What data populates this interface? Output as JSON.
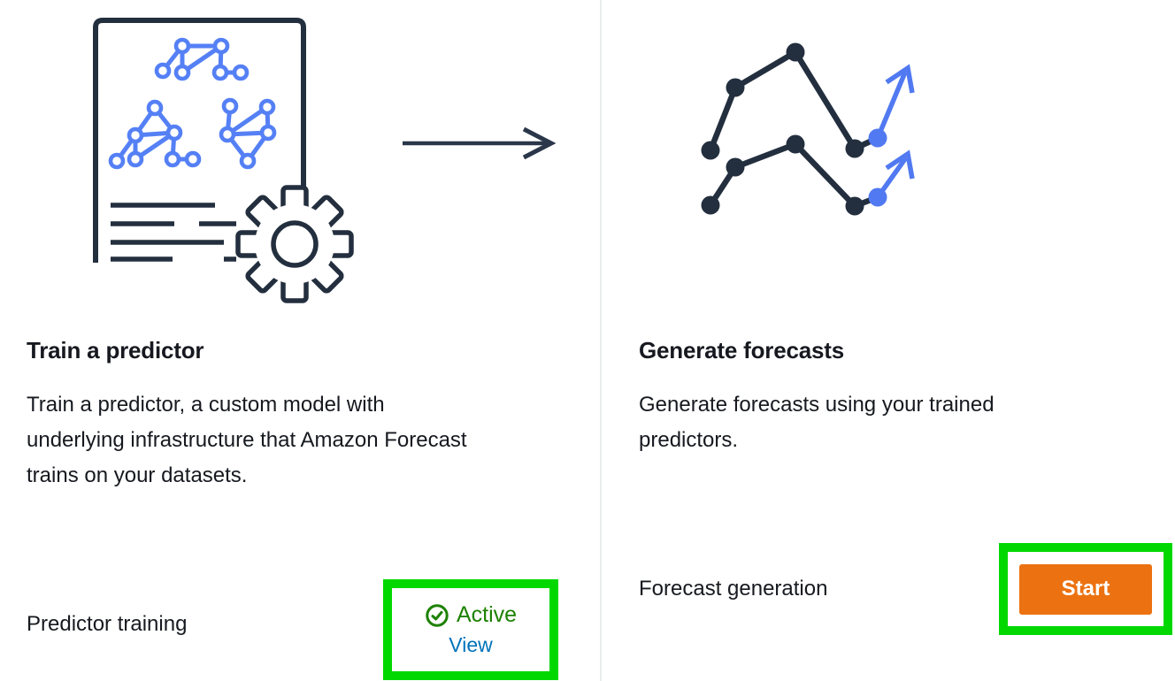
{
  "app": {
    "name": "Amazon Forecast workflow panel"
  },
  "colors": {
    "illustration_dark": "#232f3e",
    "illustration_blue": "#5580f5",
    "highlight_green": "#00d800",
    "status_green": "#1d8102",
    "link_blue": "#0073bb",
    "button_orange": "#ec7211",
    "divider_gray": "#eaeded",
    "text_dark": "#16191f"
  },
  "left_panel": {
    "illustration": "predictor-training-document-gear-illustration",
    "heading": "Train a predictor",
    "description_lines": {
      "0": "Train a predictor, a custom model with",
      "1": "underlying infrastructure that Amazon Forecast",
      "2": "trains on your datasets."
    },
    "footer_label": "Predictor training",
    "status": {
      "icon": "check-circle-icon",
      "label": "Active"
    },
    "link_label": "View"
  },
  "arrow": {
    "icon": "right-arrow-icon"
  },
  "right_panel": {
    "illustration": "forecast-trend-chart-illustration",
    "heading": "Generate forecasts",
    "description_lines": {
      "0": "Generate forecasts using your trained",
      "1": "predictors."
    },
    "footer_label": "Forecast generation",
    "button_label": "Start"
  }
}
